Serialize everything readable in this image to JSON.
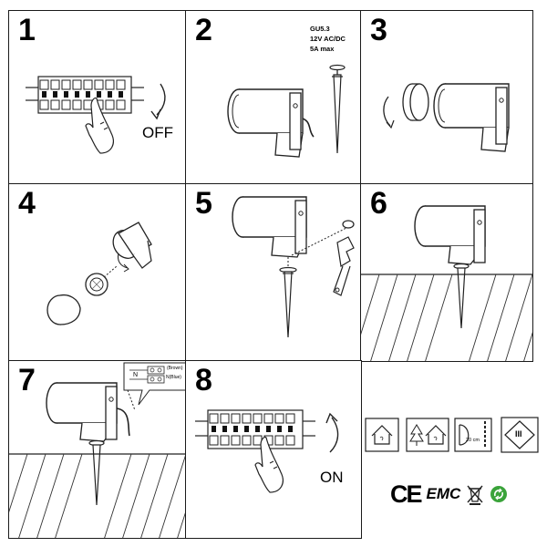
{
  "steps": [
    {
      "number": "1",
      "caption": "OFF"
    },
    {
      "number": "2",
      "spec_lines": [
        "GU5.3",
        "12V AC/DC",
        "5A max"
      ]
    },
    {
      "number": "3"
    },
    {
      "number": "4"
    },
    {
      "number": "5"
    },
    {
      "number": "6"
    },
    {
      "number": "7",
      "wire_labels": [
        "(Brown)",
        "N",
        "N(Blue)"
      ]
    },
    {
      "number": "8",
      "caption": "ON"
    }
  ],
  "info_icons": [
    "indoor-use-icon",
    "outdoor-use-icon",
    "min-distance-icon",
    "class-iii-icon"
  ],
  "min_distance_label": "20 cm",
  "class_symbol": "III",
  "certifications": {
    "ce": "CE",
    "emc": "EMC"
  },
  "colors": {
    "line": "#1a1a1a",
    "recycle": "#3aa33a",
    "dim": "#888888"
  }
}
